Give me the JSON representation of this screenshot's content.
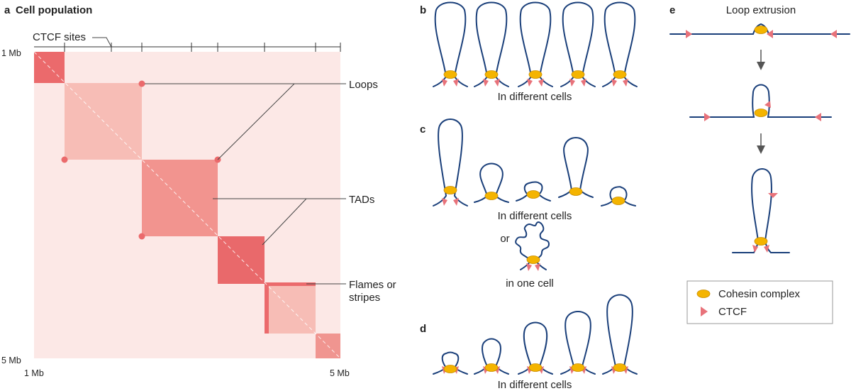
{
  "panel_a": {
    "letter": "a",
    "title": "Cell population",
    "ctcf_sites_label": "CTCF sites",
    "y_top_label": "1 Mb",
    "y_bottom_label": "5 Mb",
    "x_left_label": "1 Mb",
    "x_right_label": "5 Mb",
    "loops_label": "Loops",
    "tads_label": "TADs",
    "flames_label_line1": "Flames or",
    "flames_label_line2": "stripes"
  },
  "panel_b": {
    "letter": "b",
    "caption": "In different cells"
  },
  "panel_c": {
    "letter": "c",
    "caption": "In different cells",
    "or_label": "or",
    "one_cell_label": "in one cell"
  },
  "panel_d": {
    "letter": "d",
    "caption": "In different cells"
  },
  "panel_e": {
    "letter": "e",
    "title": "Loop extrusion"
  },
  "legend": {
    "cohesin_label": "Cohesin complex",
    "ctcf_label": "CTCF"
  },
  "colors": {
    "background_matrix": "#fce8e6",
    "tad_dark": "#eb6a6c",
    "tad_light": "#f7bdb6",
    "tad_mid": "#f2948f",
    "dna": "#1a3f7a",
    "cohesin": "#f4b400",
    "ctcf": "#e8727a"
  }
}
